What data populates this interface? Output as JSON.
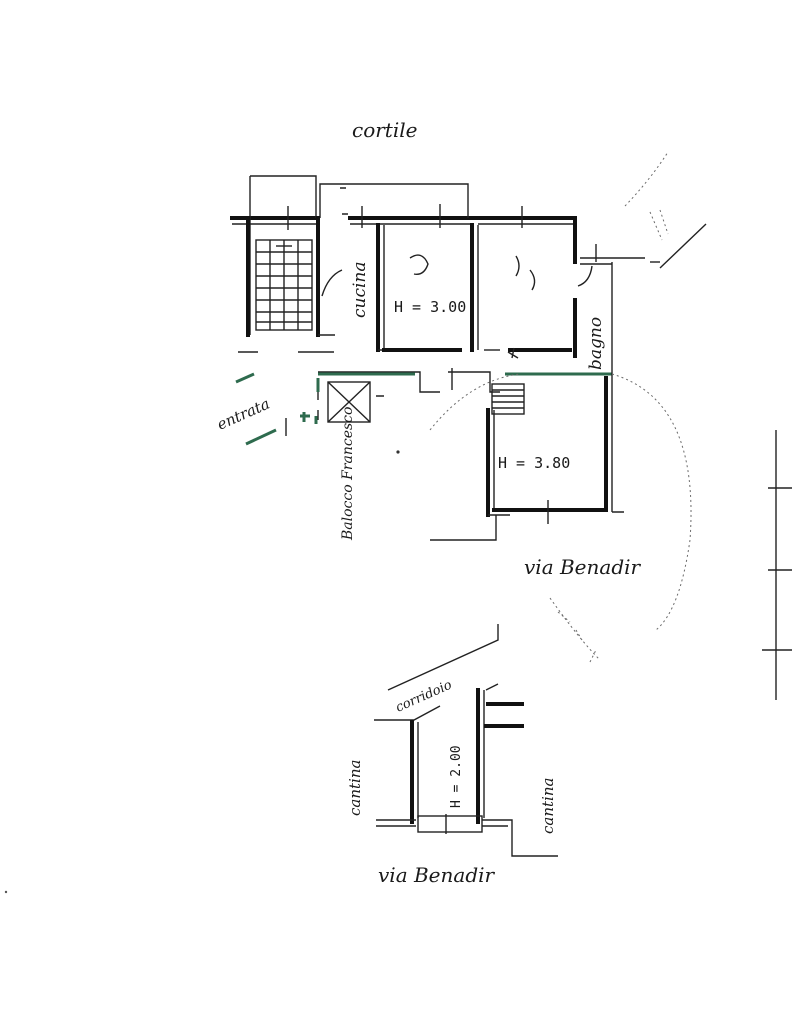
{
  "labels": {
    "cortile": "cortile",
    "cucina": "cucina",
    "entrata": "entrata",
    "bagno": "bagno",
    "room_height_1": "H = 3.00",
    "room_height_2": "H = 3.80",
    "street_top": "via Benadir",
    "neighbor": "Balocco Francesco",
    "corridoio": "corridoio",
    "cantina_left": "cantina",
    "cantina_right": "cantina",
    "cellar_height": "H = 2.00",
    "street_bottom": "via Benadir"
  },
  "colors": {
    "ink": "#1a1a1a",
    "accent_green": "#2e6b4e",
    "paper": "#ffffff"
  }
}
